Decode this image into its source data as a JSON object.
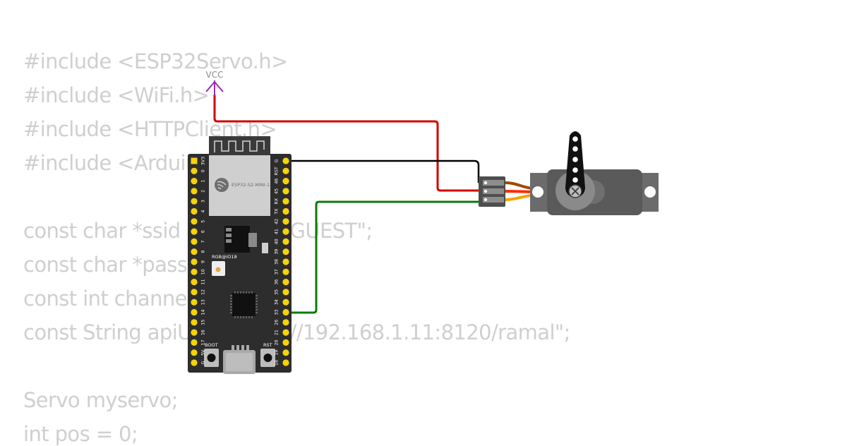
{
  "code": {
    "lines": [
      "#include <ESP32Servo.h>",
      "#include <WiFi.h>",
      "#include <HTTPClient.h>",
      "#include <ArduinoJson.h>",
      "",
      "const char *ssid = \"Wokwi-GUEST\";",
      "const char *password = \"\";",
      "const int channel = 2;",
      "const String apiUrl = \"http://192.168.1.11:8120/ramal\";",
      "",
      "Servo myservo;",
      "int pos = 0;"
    ]
  },
  "vcc": {
    "label": "VCC"
  },
  "board": {
    "module_label": "ESP32-S2-MINI-1",
    "led_label": "RGB@IO18",
    "boot_label": "BOOT",
    "rst_label": "RST",
    "left_pins": [
      "3V3",
      "0",
      "1",
      "2",
      "3",
      "4",
      "5",
      "6",
      "7",
      "8",
      "9",
      "10",
      "11",
      "12",
      "13",
      "14",
      "15",
      "16",
      "17",
      "5V",
      "G"
    ],
    "right_pins": [
      "G",
      "RST",
      "46",
      "45",
      "RX",
      "TX",
      "42",
      "41",
      "40",
      "39",
      "38",
      "37",
      "36",
      "35",
      "34",
      "33",
      "26",
      "21",
      "20",
      "19",
      "18"
    ]
  },
  "wires": {
    "vcc_color": "#d10000",
    "gnd_color": "#000000",
    "signal_color": "#0a7a0a"
  },
  "colors": {
    "board": "#2d2d2d",
    "pin": "#f5d20c",
    "vcc_symbol": "#9a2bb5",
    "servo_body": "#5a5a5a",
    "code_text": "#cfcfcf"
  }
}
